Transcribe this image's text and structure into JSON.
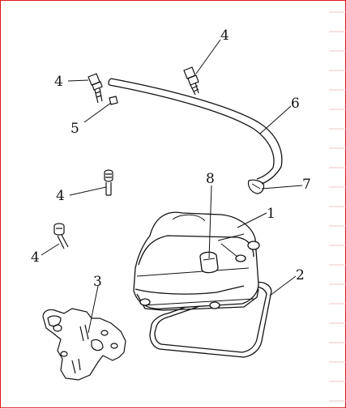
{
  "diagram": {
    "callouts": {
      "c1": "1",
      "c2": "2",
      "c3": "3",
      "c4a": "4",
      "c4b": "4",
      "c4c": "4",
      "c4d": "4",
      "c5": "5",
      "c6": "6",
      "c7": "7",
      "c8": "8"
    },
    "colors": {
      "frame_border": "#e01818",
      "rule_lines": "#f0c4c4",
      "ink": "#111111"
    }
  }
}
